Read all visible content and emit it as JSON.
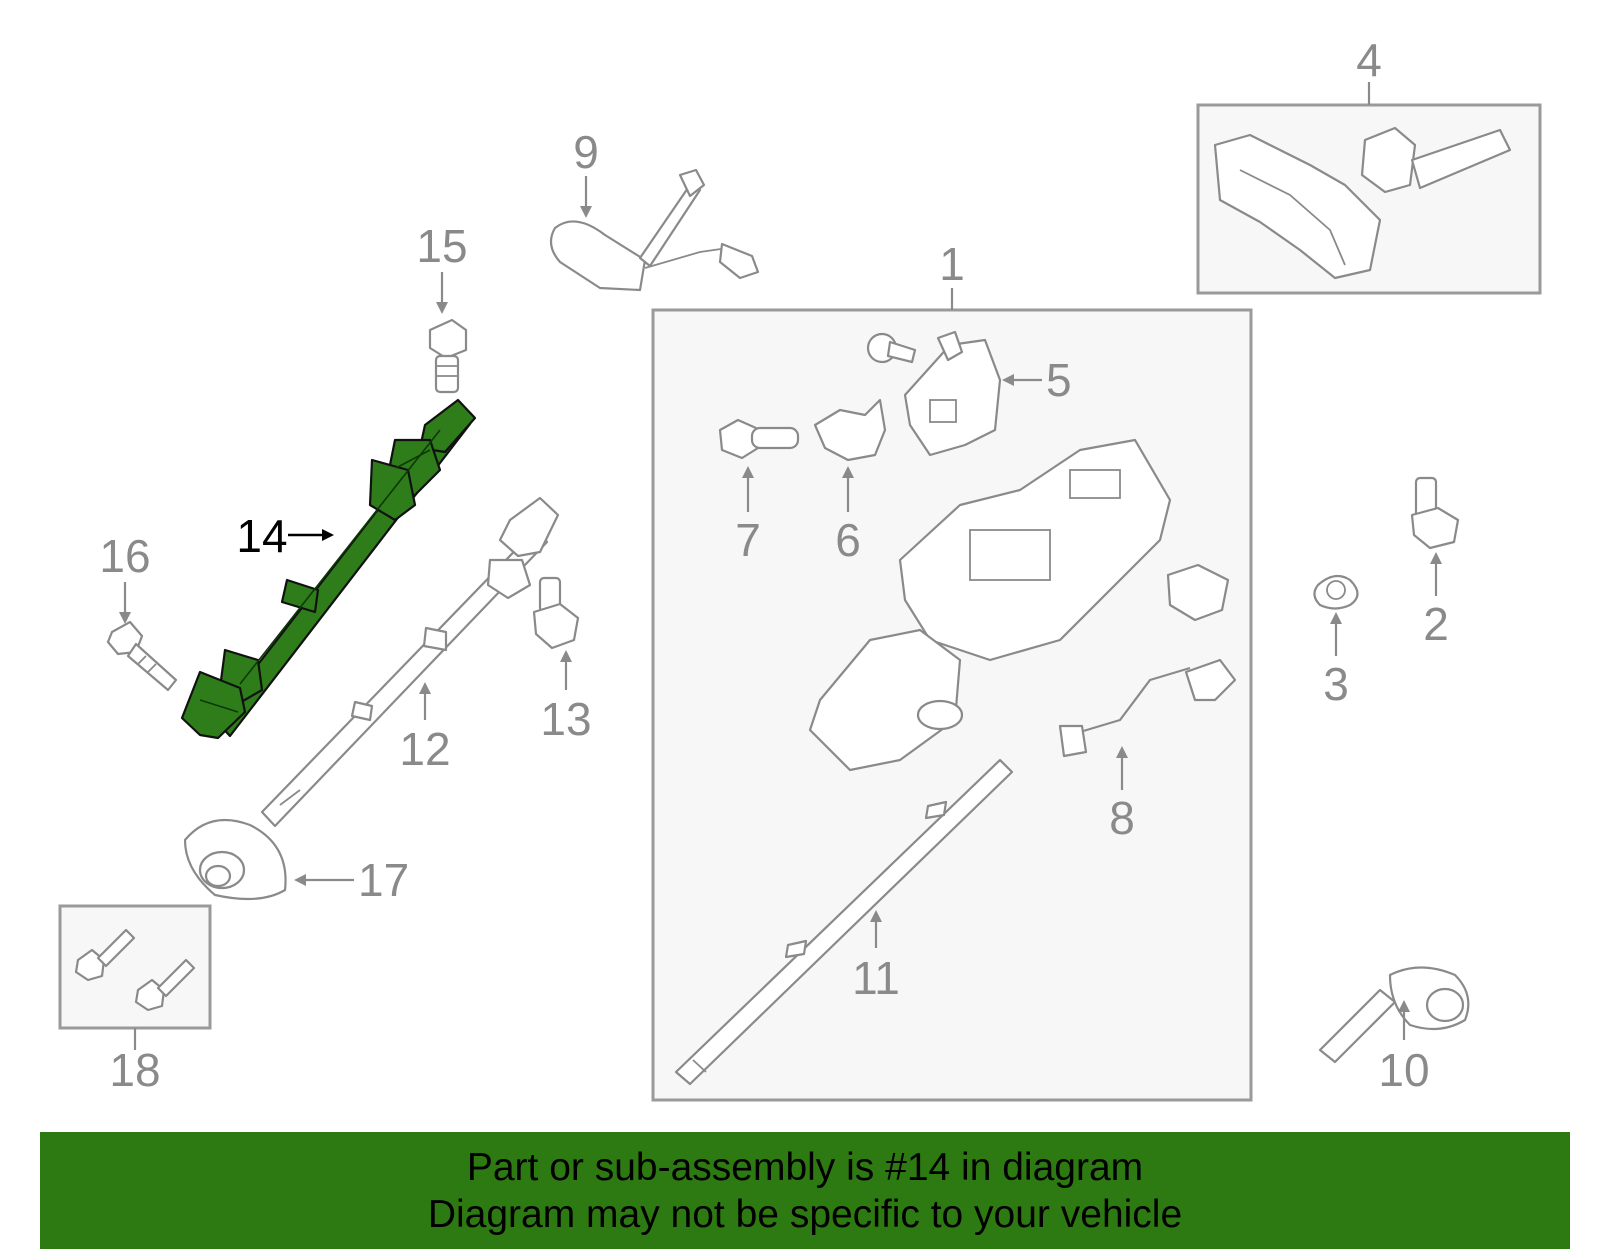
{
  "colors": {
    "highlight": "#2e7d1a",
    "banner_background": "#2e7a12",
    "line_art": "#8a8a8a",
    "box_fill": "#f7f7f7"
  },
  "diagram": {
    "highlighted_part": "14",
    "callouts": {
      "c1": "1",
      "c2": "2",
      "c3": "3",
      "c4": "4",
      "c5": "5",
      "c6": "6",
      "c7": "7",
      "c8": "8",
      "c9": "9",
      "c10": "10",
      "c11": "11",
      "c12": "12",
      "c13": "13",
      "c14": "14",
      "c15": "15",
      "c16": "16",
      "c17": "17",
      "c18": "18"
    }
  },
  "banner": {
    "line1": "Part or sub-assembly is #14 in diagram",
    "line2": "Diagram may not be specific to your vehicle"
  }
}
